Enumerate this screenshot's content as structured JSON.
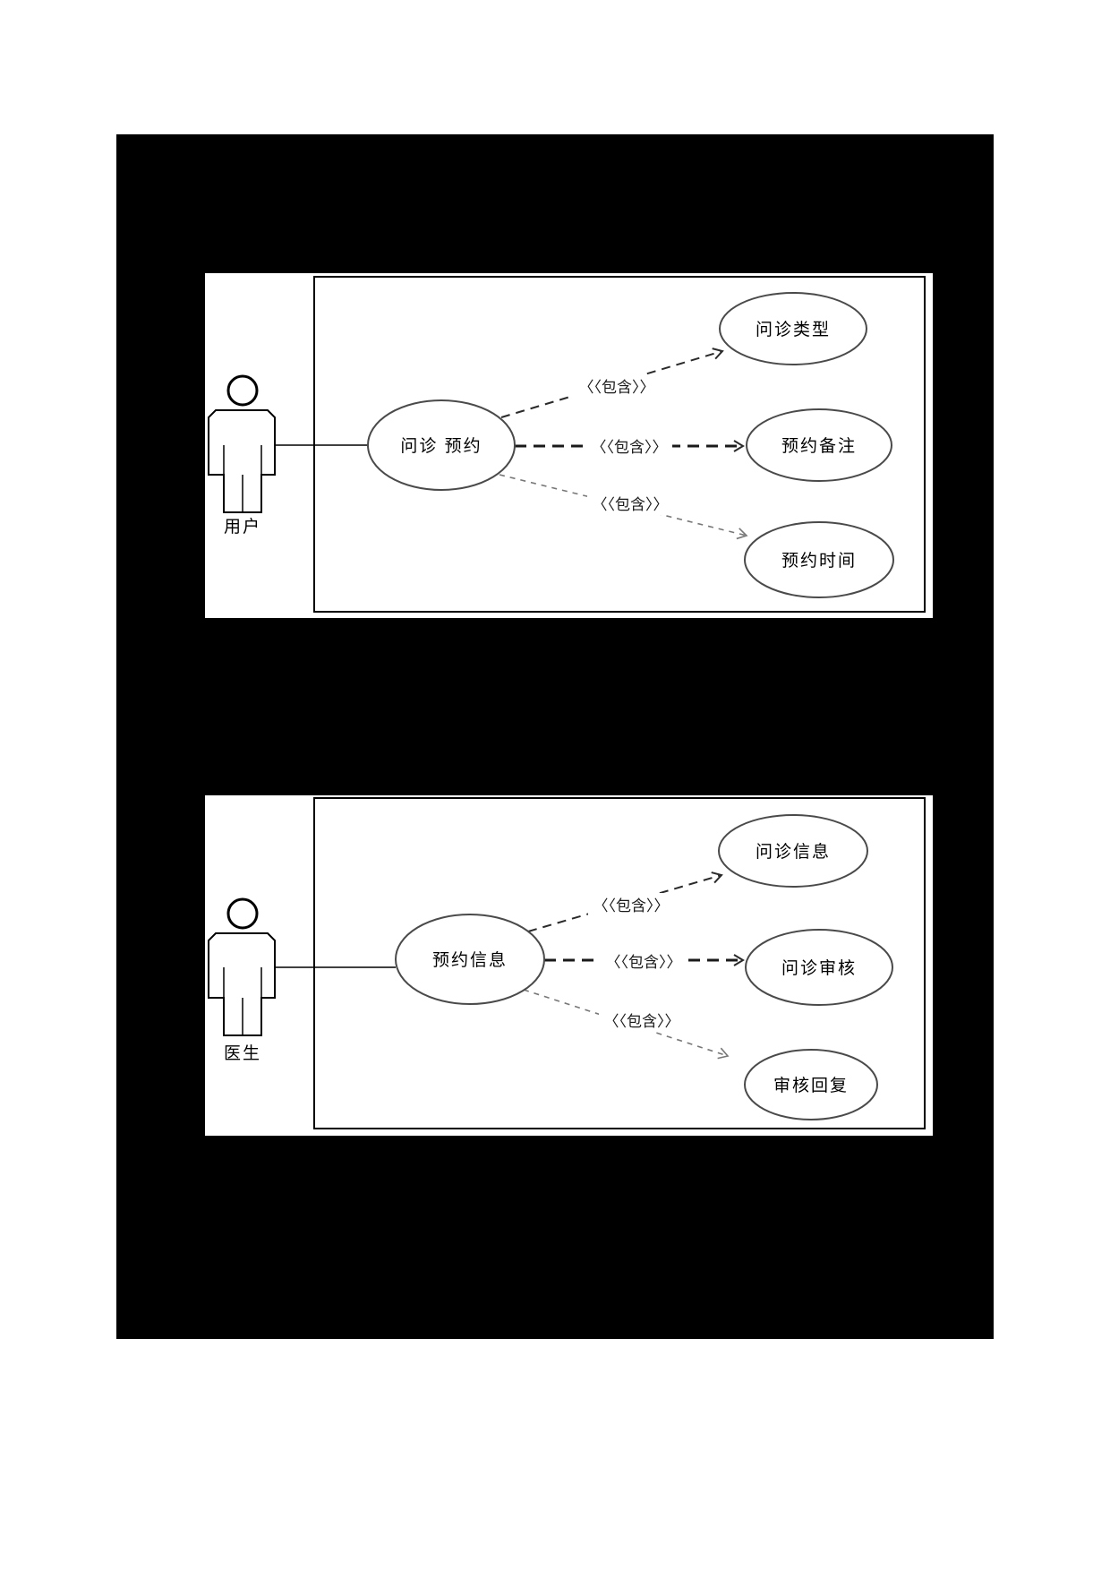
{
  "canvas": {
    "background": "#000000",
    "page_background": "#ffffff"
  },
  "include_stereotype": "〈〈包含〉〉",
  "diagrams": [
    {
      "id": "user-consultation-appointment",
      "actor": {
        "label": "用户"
      },
      "central_usecase": {
        "label": "问诊 预约"
      },
      "included_usecases": [
        {
          "label": "问诊类型"
        },
        {
          "label": "预约备注"
        },
        {
          "label": "预约时间"
        }
      ]
    },
    {
      "id": "doctor-appointment-review",
      "actor": {
        "label": "医生"
      },
      "central_usecase": {
        "label": "预约信息"
      },
      "included_usecases": [
        {
          "label": "问诊信息"
        },
        {
          "label": "问诊审核"
        },
        {
          "label": "审核回复"
        }
      ]
    }
  ]
}
